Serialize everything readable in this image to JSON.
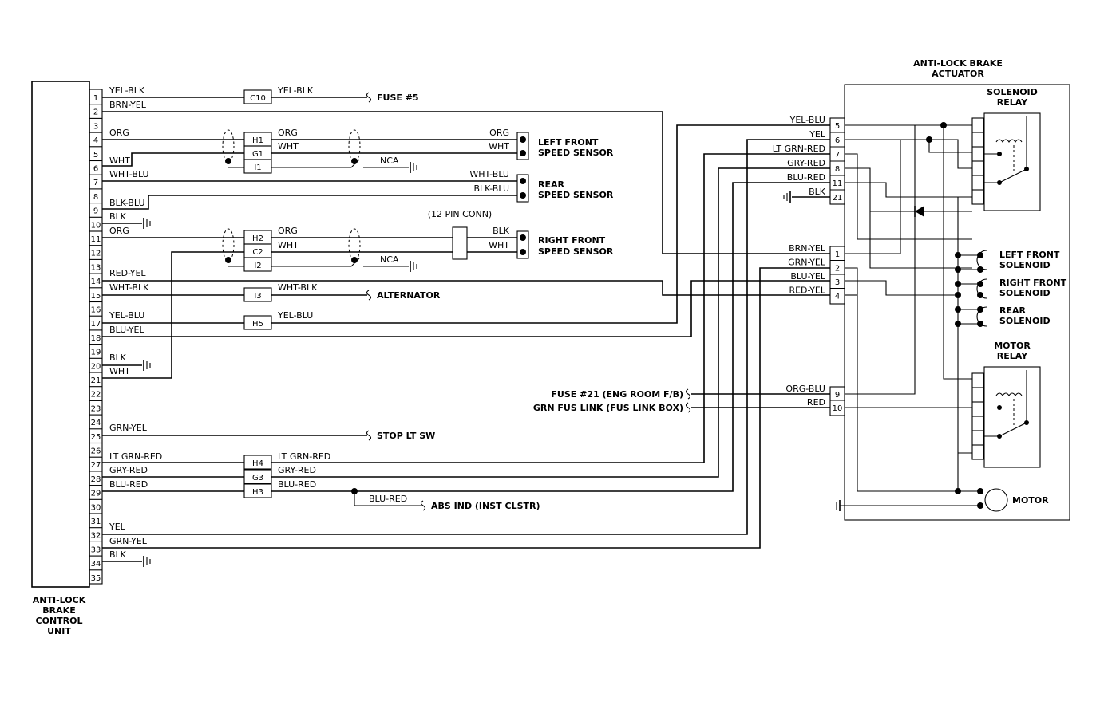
{
  "ecu": {
    "title_lines": [
      "ANTI-LOCK",
      "BRAKE",
      "CONTROL",
      "UNIT"
    ],
    "pins": [
      "1",
      "2",
      "3",
      "4",
      "5",
      "6",
      "7",
      "8",
      "9",
      "10",
      "11",
      "12",
      "13",
      "14",
      "15",
      "16",
      "17",
      "18",
      "19",
      "20",
      "21",
      "22",
      "23",
      "24",
      "25",
      "26",
      "27",
      "28",
      "29",
      "30",
      "31",
      "32",
      "33",
      "34",
      "35"
    ],
    "wires": [
      {
        "pin": "1",
        "color": "YEL-BLK"
      },
      {
        "pin": "2",
        "color": "BRN-YEL"
      },
      {
        "pin": "4",
        "color": "ORG"
      },
      {
        "pin": "5",
        "color": "WHT"
      },
      {
        "pin": "7",
        "color": "WHT-BLU"
      },
      {
        "pin": "9",
        "color": "BLK-BLU"
      },
      {
        "pin": "10",
        "color": "BLK"
      },
      {
        "pin": "11",
        "color": "ORG"
      },
      {
        "pin": "14",
        "color": "RED-YEL"
      },
      {
        "pin": "15",
        "color": "WHT-BLK"
      },
      {
        "pin": "17",
        "color": "YEL-BLU"
      },
      {
        "pin": "18",
        "color": "BLU-YEL"
      },
      {
        "pin": "20",
        "color": "BLK"
      },
      {
        "pin": "21",
        "color": "WHT"
      },
      {
        "pin": "25",
        "color": "GRN-YEL"
      },
      {
        "pin": "27",
        "color": "LT GRN-RED"
      },
      {
        "pin": "28",
        "color": "GRY-RED"
      },
      {
        "pin": "29",
        "color": "BLU-RED"
      },
      {
        "pin": "32",
        "color": "YEL"
      },
      {
        "pin": "33",
        "color": "GRN-YEL"
      },
      {
        "pin": "34",
        "color": "BLK"
      }
    ]
  },
  "connectors": {
    "c10": "C10",
    "h1": "H1",
    "g1": "G1",
    "i1": "I1",
    "h2": "H2",
    "c2": "C2",
    "i2": "I2",
    "i3": "I3",
    "h5": "H5",
    "h4": "H4",
    "g3": "G3",
    "h3": "H3"
  },
  "middle_wires": {
    "c10_out": "YEL-BLK",
    "h1_out": "ORG",
    "g1_out": "WHT",
    "h2_out": "ORG",
    "c2_out": "WHT",
    "i3_out": "WHT-BLK",
    "h5_out": "YEL-BLU",
    "h4_out": "LT GRN-RED",
    "g3_out": "GRY-RED",
    "h3_out": "BLU-RED",
    "abs_ind_wire": "BLU-RED"
  },
  "destinations": {
    "fuse5": "FUSE #5",
    "nca": "NCA",
    "alternator": "ALTERNATOR",
    "stop_lt_sw": "STOP LT SW",
    "abs_ind": "ABS IND (INST CLSTR)",
    "fuse21": "FUSE #21 (ENG ROOM F/B)",
    "grn_fus_link": "GRN FUS LINK (FUS LINK BOX)"
  },
  "sensors": {
    "left_front": {
      "line1": "LEFT FRONT",
      "line2": "SPEED SENSOR",
      "wire_a": "ORG",
      "wire_b": "WHT"
    },
    "rear": {
      "line1": "REAR",
      "line2": "SPEED SENSOR",
      "wire_a": "WHT-BLU",
      "wire_b": "BLK-BLU"
    },
    "right_front": {
      "line1": "RIGHT FRONT",
      "line2": "SPEED SENSOR",
      "wire_a": "BLK",
      "wire_b": "WHT"
    },
    "pin12_conn": "(12 PIN CONN)"
  },
  "actuator": {
    "title_lines": [
      "ANTI-LOCK BRAKE",
      "ACTUATOR"
    ],
    "top_connector": [
      {
        "pin": "5",
        "color": "YEL-BLU"
      },
      {
        "pin": "6",
        "color": "YEL"
      },
      {
        "pin": "7",
        "color": "LT GRN-RED"
      },
      {
        "pin": "8",
        "color": "GRY-RED"
      },
      {
        "pin": "11",
        "color": "BLU-RED"
      },
      {
        "pin": "21",
        "color": "BLK"
      }
    ],
    "mid_connector": [
      {
        "pin": "1",
        "color": "BRN-YEL"
      },
      {
        "pin": "2",
        "color": "GRN-YEL"
      },
      {
        "pin": "3",
        "color": "BLU-YEL"
      },
      {
        "pin": "4",
        "color": "RED-YEL"
      }
    ],
    "low_connector": [
      {
        "pin": "9",
        "color": "ORG-BLU"
      },
      {
        "pin": "10",
        "color": "RED"
      }
    ],
    "solenoid_relay": [
      "SOLENOID",
      "RELAY"
    ],
    "motor_relay": [
      "MOTOR",
      "RELAY"
    ],
    "solenoids": [
      [
        "LEFT FRONT",
        "SOLENOID"
      ],
      [
        "RIGHT FRONT",
        "SOLENOID"
      ],
      [
        "REAR",
        "SOLENOID"
      ]
    ],
    "motor": "MOTOR"
  }
}
